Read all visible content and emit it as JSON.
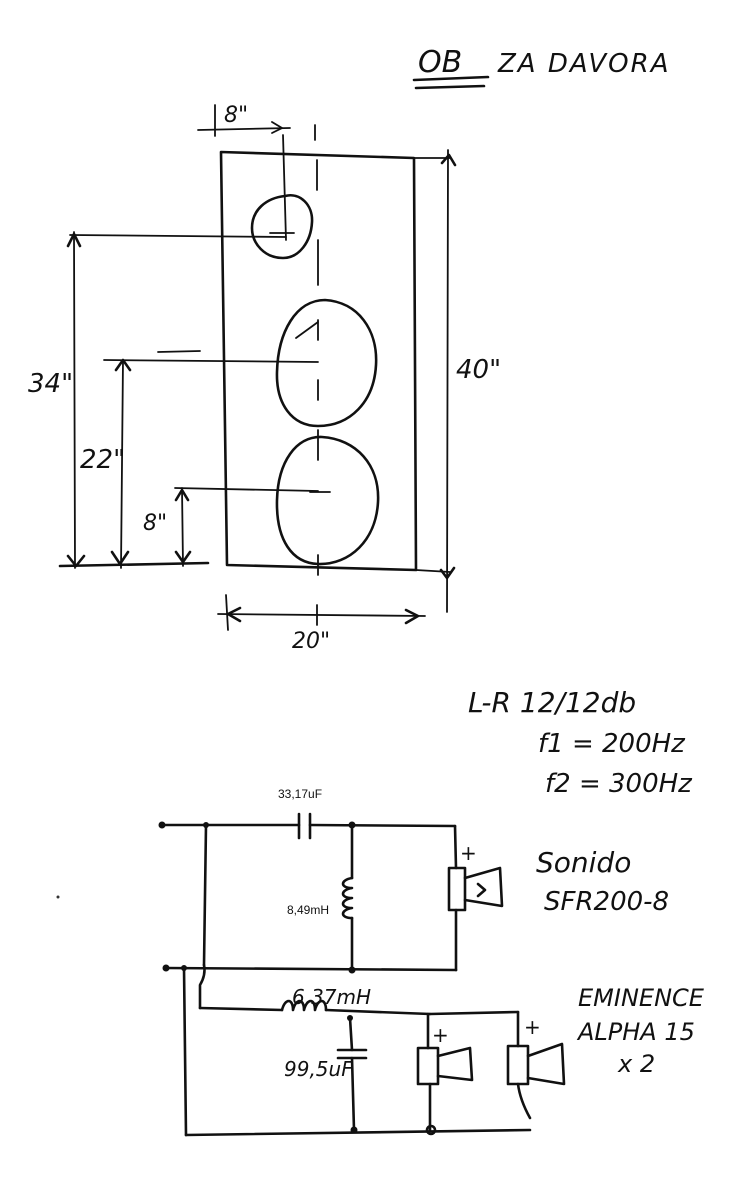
{
  "title": {
    "ob": "OB",
    "rest": "ZA DAVORA"
  },
  "baffle": {
    "dim_top": "8\"",
    "dim_height": "40\"",
    "dim_34": "34\"",
    "dim_22": "22\"",
    "dim_8": "8\"",
    "dim_width": "20\""
  },
  "crossover": {
    "type": "L-R 12/12db",
    "f1": "f1 = 200Hz",
    "f2": "f2 = 300Hz",
    "c_high": "33,17uF",
    "l_high": "8,49mH",
    "l_low": "6,37mH",
    "c_low": "99,5uF",
    "plus": "+",
    "tweeter_brand": "Sonido",
    "tweeter_model": "SFR200-8",
    "woofer_brand": "EMINENCE",
    "woofer_model": "ALPHA 15",
    "woofer_qty": "x 2"
  }
}
